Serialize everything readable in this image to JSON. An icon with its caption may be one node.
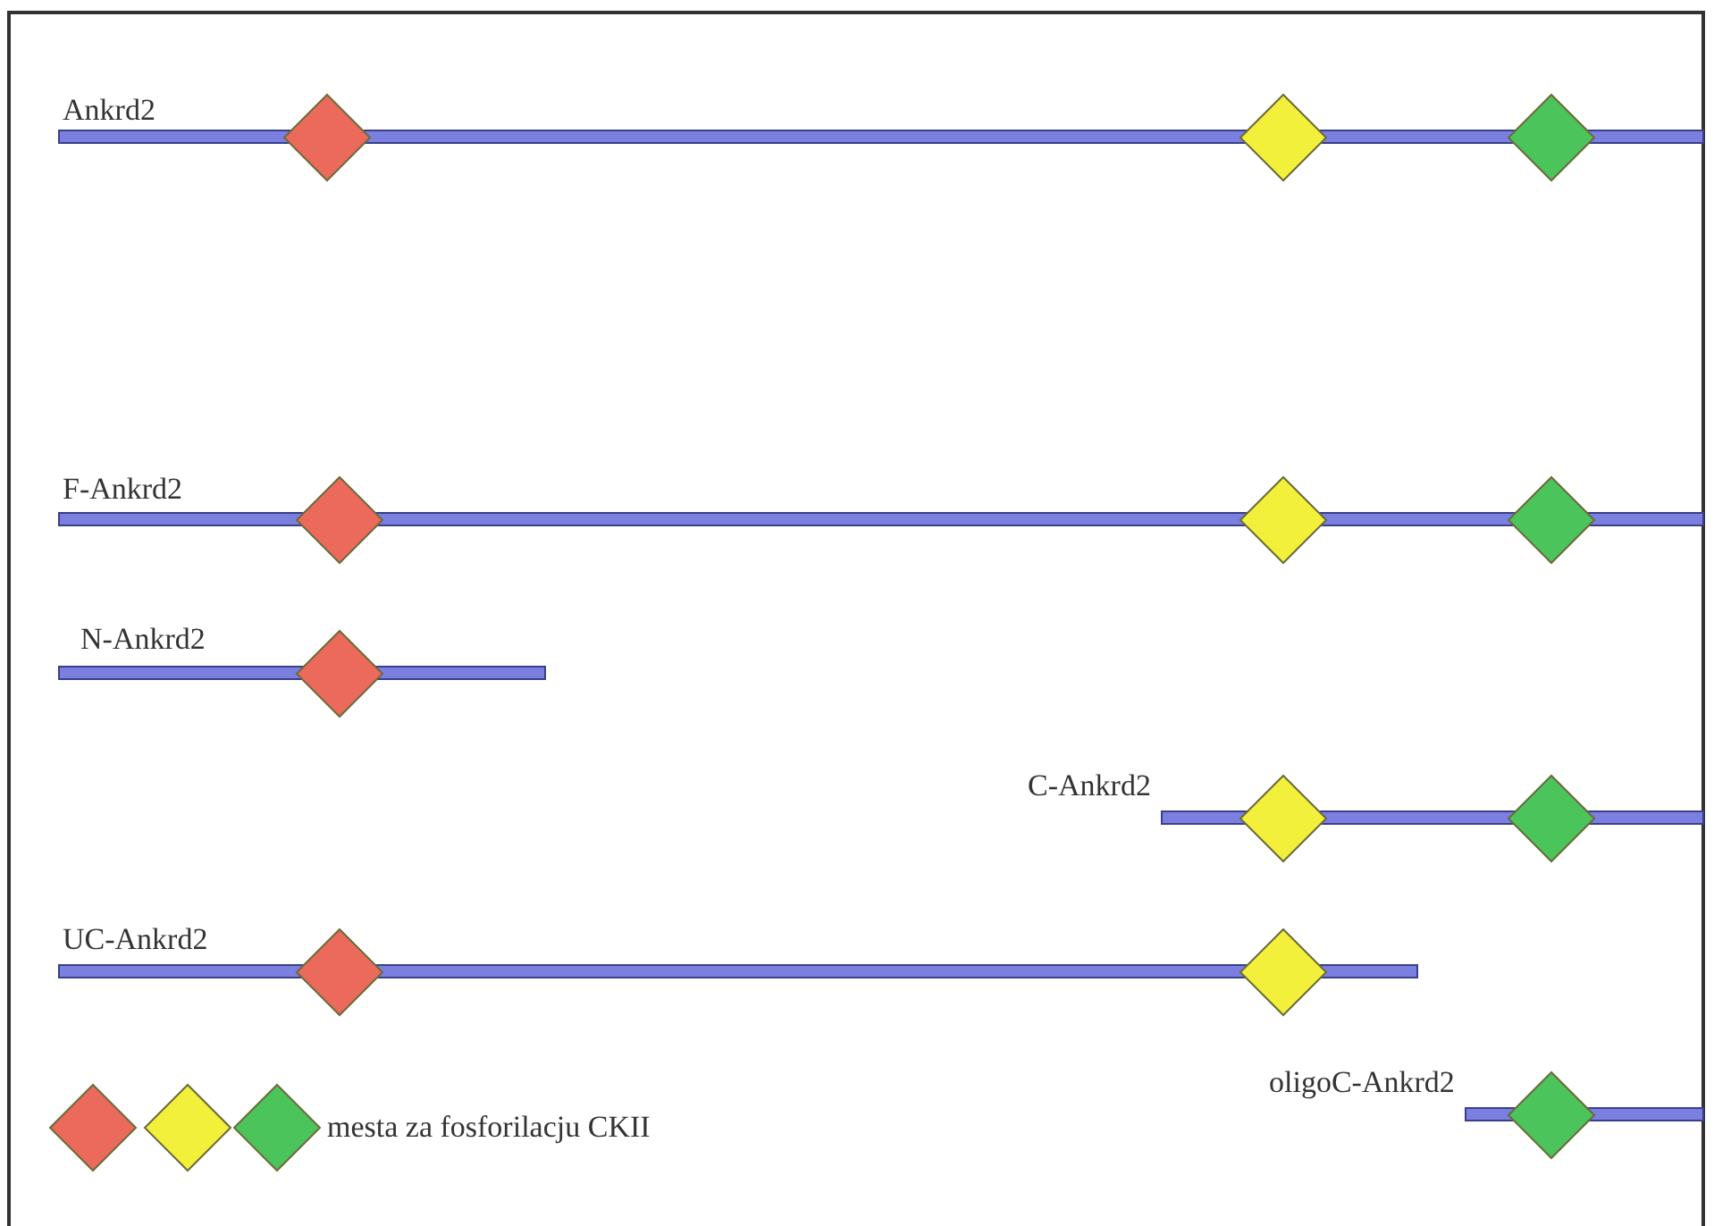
{
  "diagram": {
    "labels": [
      "Ankrd2",
      "F-Ankrd2",
      "N-Ankrd2",
      "C-Ankrd2",
      "UC-Ankrd2",
      "oligoC-Ankrd2"
    ],
    "legend": [
      {
        "text": "mesta za fosforilacju CKII"
      }
    ]
  }
}
